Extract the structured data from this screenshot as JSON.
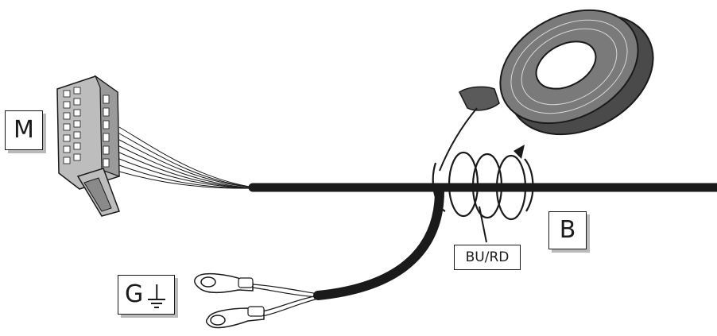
{
  "labels": {
    "m": "M",
    "b": "B",
    "g": "G",
    "wire_color": "BU/RD"
  },
  "icons": {
    "ground": "ground-symbol-icon",
    "tape": "insulating-tape-roll-icon",
    "connector": "multi-pin-connector-icon",
    "terminal": "ring-terminal-icon",
    "wrap_direction": "curved-arrow-icon"
  },
  "colors": {
    "cable": "#1a1a1a",
    "connector": "#bdbdbd",
    "tape_roll": "#6b6b6b",
    "shadow": "#b9b9b9"
  }
}
